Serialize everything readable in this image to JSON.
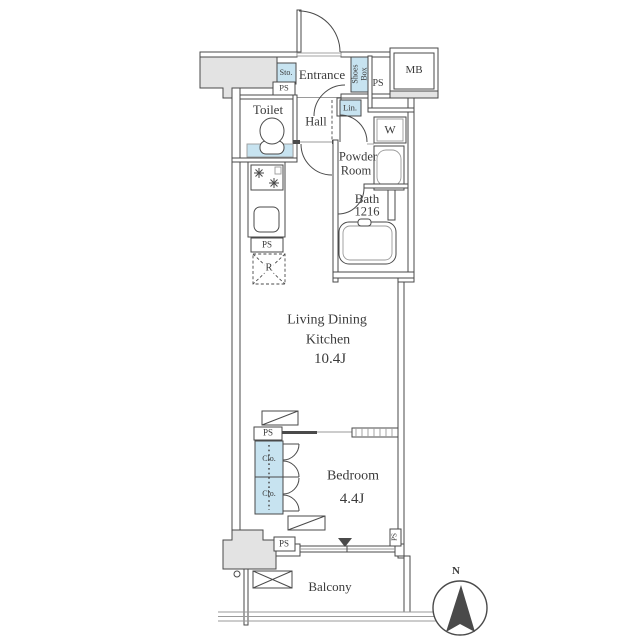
{
  "colors": {
    "line": "#4a4a4a",
    "gray": "#e3e3e3",
    "blue": "#c7e3f0",
    "text": "#3b3b3b",
    "lightline": "#9a9a9a"
  },
  "plan": {
    "entrance": {
      "label": "Entrance",
      "storage": "Sto.",
      "shoes_box_line1": "Shoes",
      "shoes_box_line2": "Box"
    },
    "meter_box": "MB",
    "duct": "PS",
    "toilet": "Toilet",
    "hall": "Hall",
    "linen": "Lin.",
    "washer": "W",
    "powder_room_line1": "Powder",
    "powder_room_line2": "Room",
    "bath": {
      "name": "Bath",
      "size": "1216"
    },
    "refrigerator": "R",
    "ldk": {
      "line1": "Living Dining",
      "line2": "Kitchen",
      "size": "10.4J"
    },
    "closet": "Clo.",
    "bedroom": {
      "name": "Bedroom",
      "size": "4.4J"
    },
    "balcony": "Balcony",
    "compass_north": "N"
  }
}
